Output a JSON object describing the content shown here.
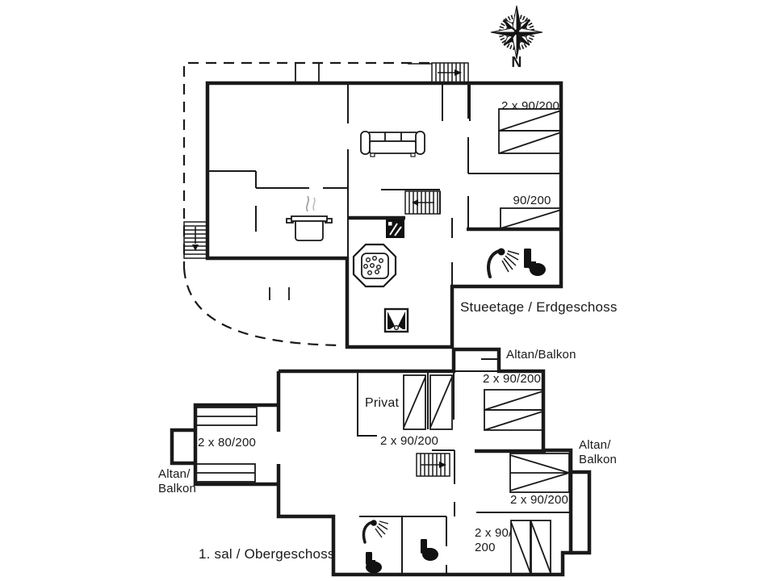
{
  "page": {
    "background": "#ffffff",
    "ink": "#1a1a1a"
  },
  "compass": {
    "label": "N",
    "icon": "compass-rose-icon"
  },
  "ground_floor": {
    "title": "Stueetage / Erdgeschoss",
    "bedroom_double_label": "2 x 90/200",
    "bedroom_single_label": "90/200"
  },
  "first_floor": {
    "title": "1. sal / Obergeschoss",
    "balcony_top_label": "Altan/Balkon",
    "bedroom_ne_label": "2 x 90/200",
    "privat_label": "Privat",
    "bedroom_mid_label": "2 x 90/200",
    "bedroom_w_label": "2 x 80/200",
    "balcony_left_label": "Altan/\nBalkon",
    "balcony_right_label": "Altan/\nBalkon",
    "bedroom_e_label": "2 x 90/200",
    "bedroom_se_label": "2 x 90/\n200"
  },
  "icons": {
    "compass": "compass-rose-icon",
    "sofa": "sofa-icon",
    "kitchen": "cooking-pot-icon",
    "stairs": "staircase-icon",
    "stove": "wood-stove-icon",
    "whirlpool": "whirlpool-icon",
    "fireplace": "fireplace-icon",
    "shower": "shower-icon",
    "toilet": "toilet-icon"
  }
}
